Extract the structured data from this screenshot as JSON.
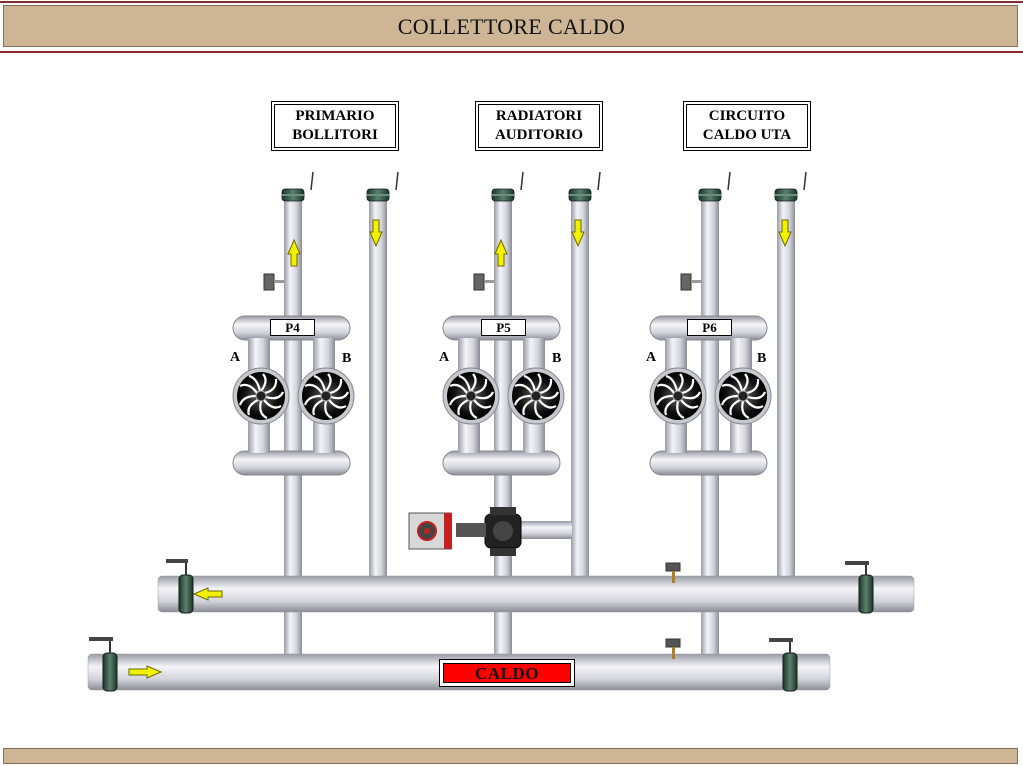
{
  "header": {
    "title": "COLLETTORE CALDO"
  },
  "circuits": [
    {
      "label": "PRIMARIO\nBOLLITORI",
      "pump": "P4",
      "side_a": "A",
      "side_b": "B"
    },
    {
      "label": "RADIATORI\nAUDITORIO",
      "pump": "P5",
      "side_a": "A",
      "side_b": "B"
    },
    {
      "label": "CIRCUITO\nCALDO UTA",
      "pump": "P6",
      "side_a": "A",
      "side_b": "B"
    }
  ],
  "manifold": {
    "status_label": "CALDO",
    "status_color": "#ff0000"
  },
  "colors": {
    "pipe": "#d8d8de",
    "flow_arrow": "#f2f200",
    "flange": "#2f4f3a",
    "header_bg": "#cdb596"
  },
  "icons": [
    "flow-arrow-up-icon",
    "flow-arrow-down-icon",
    "flow-arrow-left-icon",
    "flow-arrow-right-icon",
    "valve-icon",
    "pump-icon",
    "three-way-valve-icon",
    "actuator-icon",
    "thermometer-icon"
  ]
}
